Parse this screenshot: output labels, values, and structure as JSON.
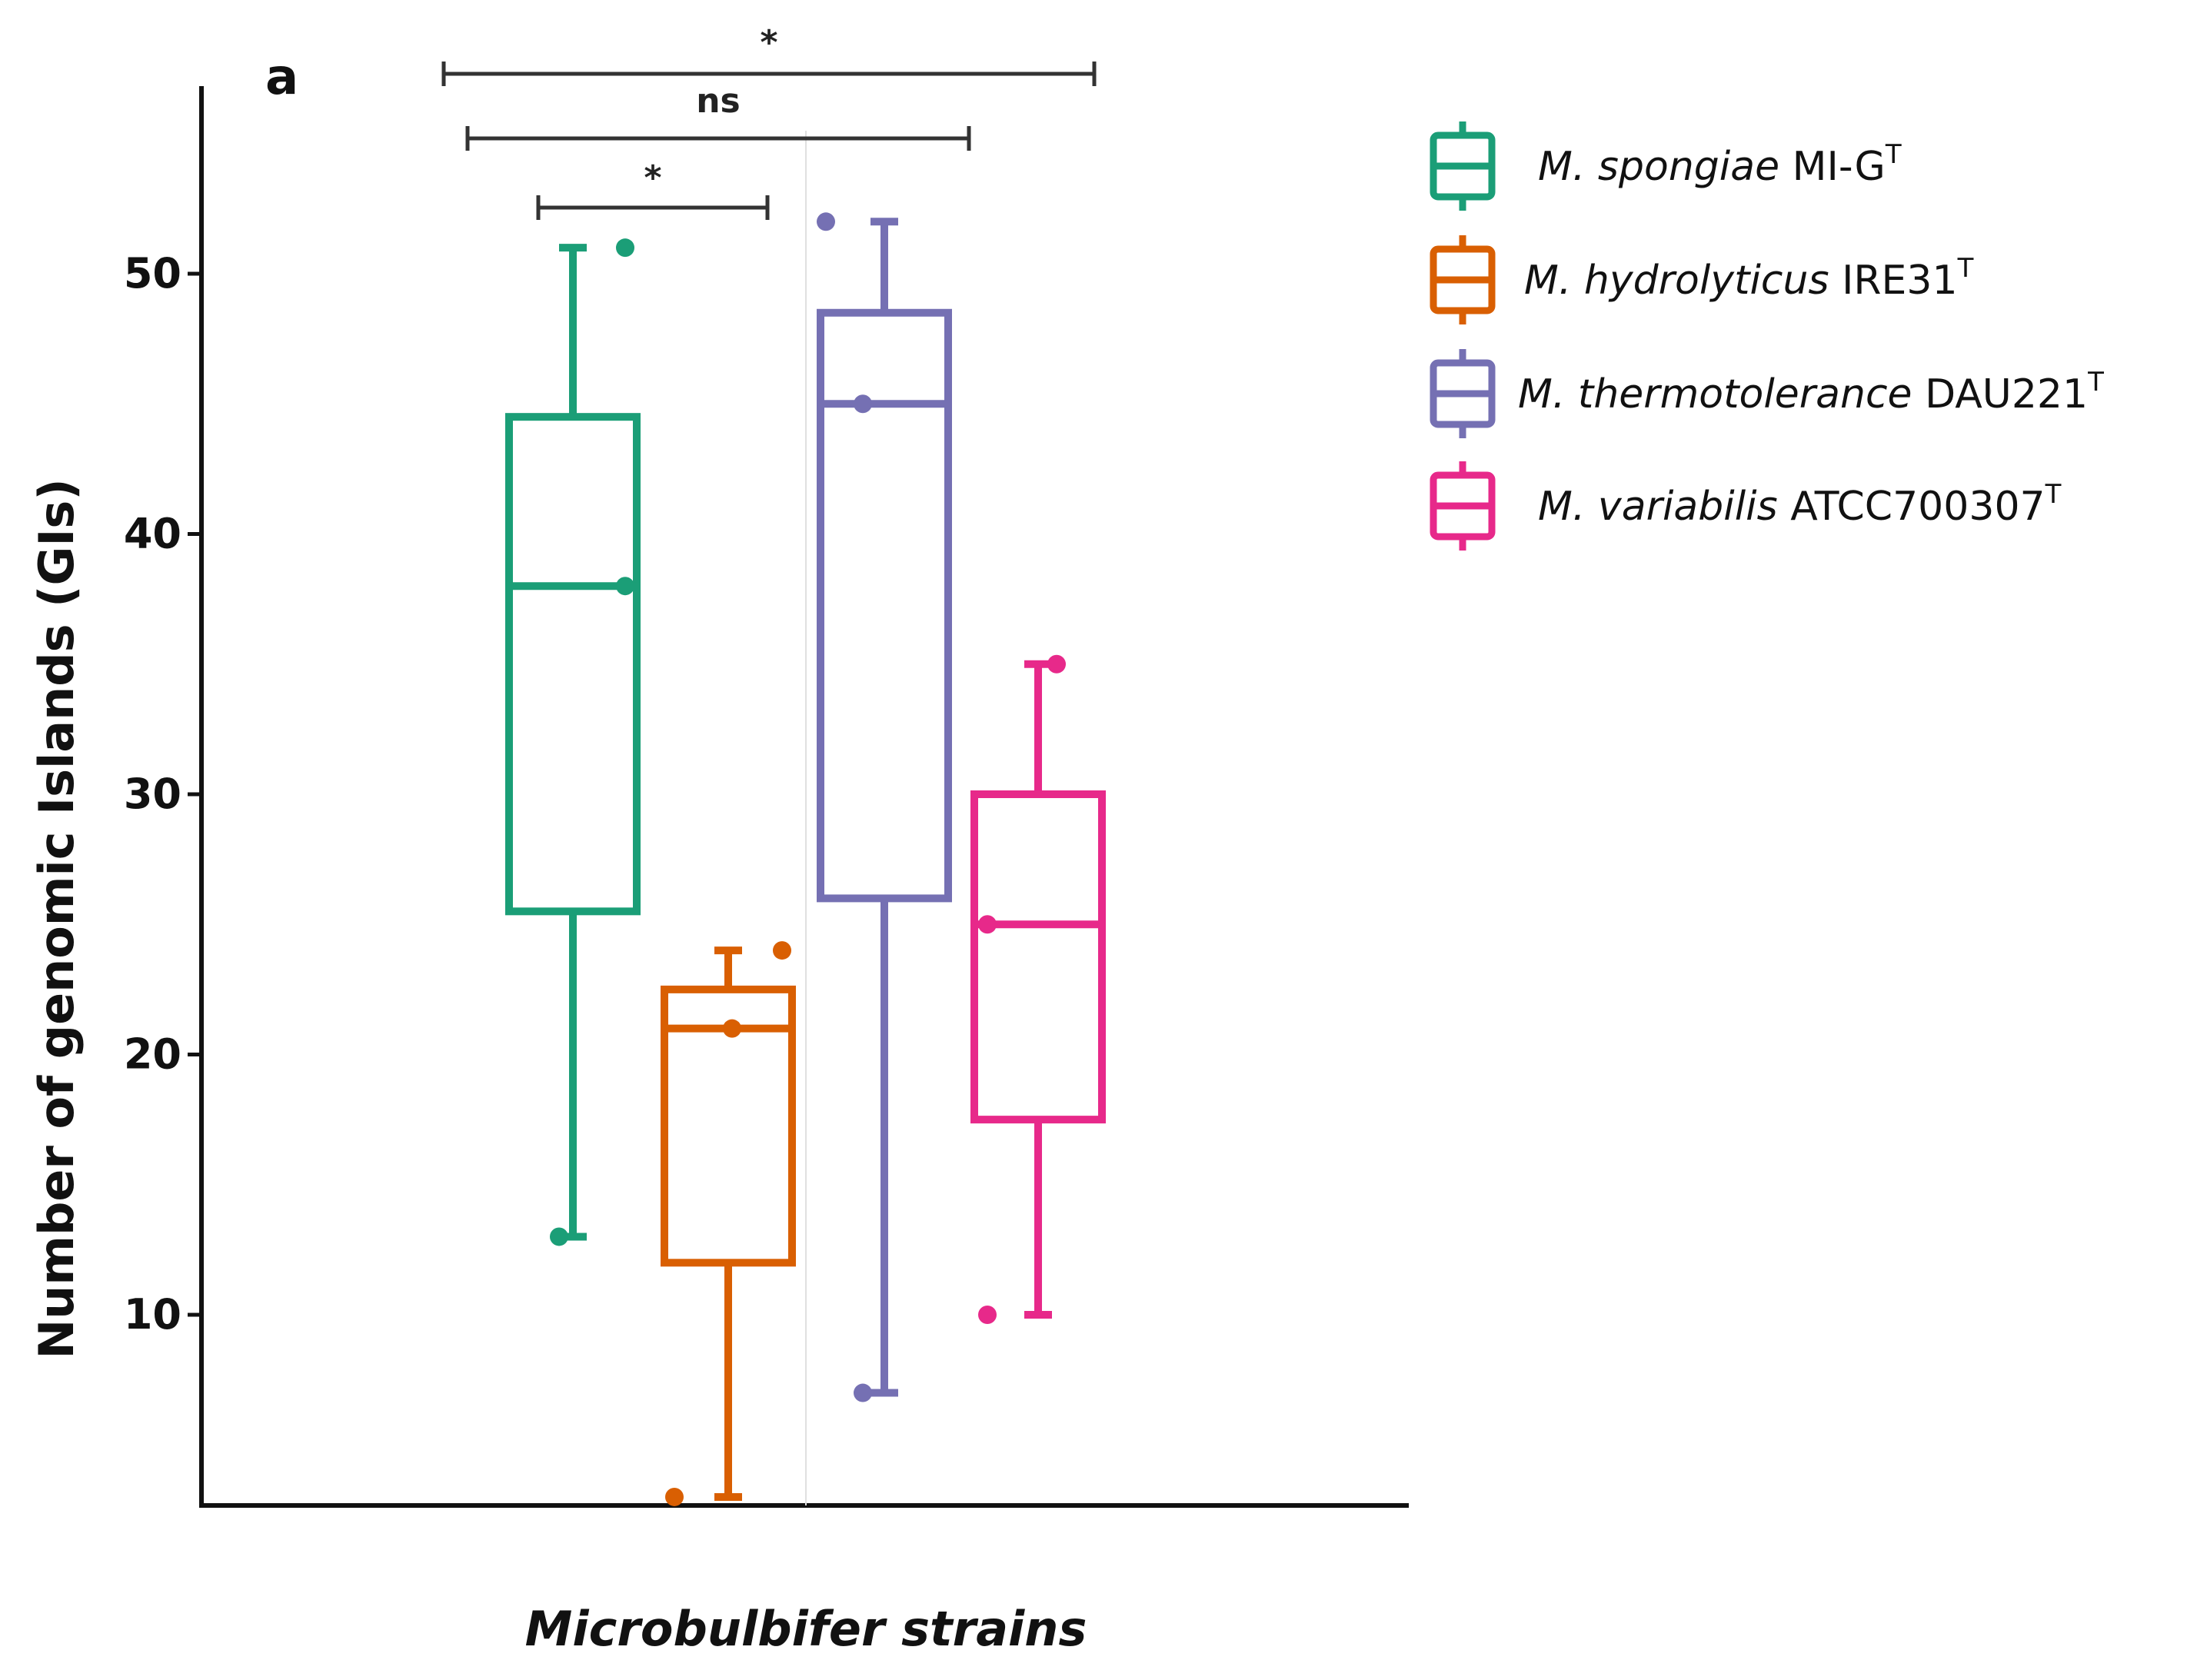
{
  "chart_data": {
    "type": "box",
    "panel_label": "a",
    "xlabel": "Microbulbifer strains",
    "ylabel": "Number of genomic Islands (GIs)",
    "ylim": [
      3,
      57
    ],
    "yticks": [
      10,
      20,
      30,
      40,
      50
    ],
    "grid": false,
    "legend_position": "top-right",
    "series": [
      {
        "name_italic": "M. spongiae",
        "name_rest": " MI-G",
        "name_sup": "T",
        "color": "#1b9e77",
        "whisker_low": 13,
        "q1": 25.5,
        "median": 38,
        "q3": 44.5,
        "whisker_high": 51,
        "points": [
          13,
          38,
          51
        ]
      },
      {
        "name_italic": "M. hydrolyticus",
        "name_rest": " IRE31",
        "name_sup": "T",
        "color": "#d95f02",
        "whisker_low": 3,
        "q1": 12,
        "median": 21,
        "q3": 22.5,
        "whisker_high": 24,
        "points": [
          3,
          21,
          24
        ]
      },
      {
        "name_italic": "M. thermotolerance",
        "name_rest": " DAU221",
        "name_sup": "T",
        "color": "#7570b3",
        "whisker_low": 7,
        "q1": 26,
        "median": 45,
        "q3": 48.5,
        "whisker_high": 52,
        "points": [
          7,
          45,
          52
        ]
      },
      {
        "name_italic": "M. variabilis",
        "name_rest": " ATCC700307",
        "name_sup": "T",
        "color": "#e7298a",
        "whisker_low": 10,
        "q1": 17.5,
        "median": 25,
        "q3": 30,
        "whisker_high": 35,
        "points": [
          10,
          25,
          35
        ]
      }
    ],
    "significance": [
      {
        "from": 0,
        "to": 3,
        "label": "*"
      },
      {
        "from": 0,
        "to": 2,
        "label": "ns"
      },
      {
        "from": 0,
        "to": 1,
        "label": "*"
      }
    ]
  }
}
